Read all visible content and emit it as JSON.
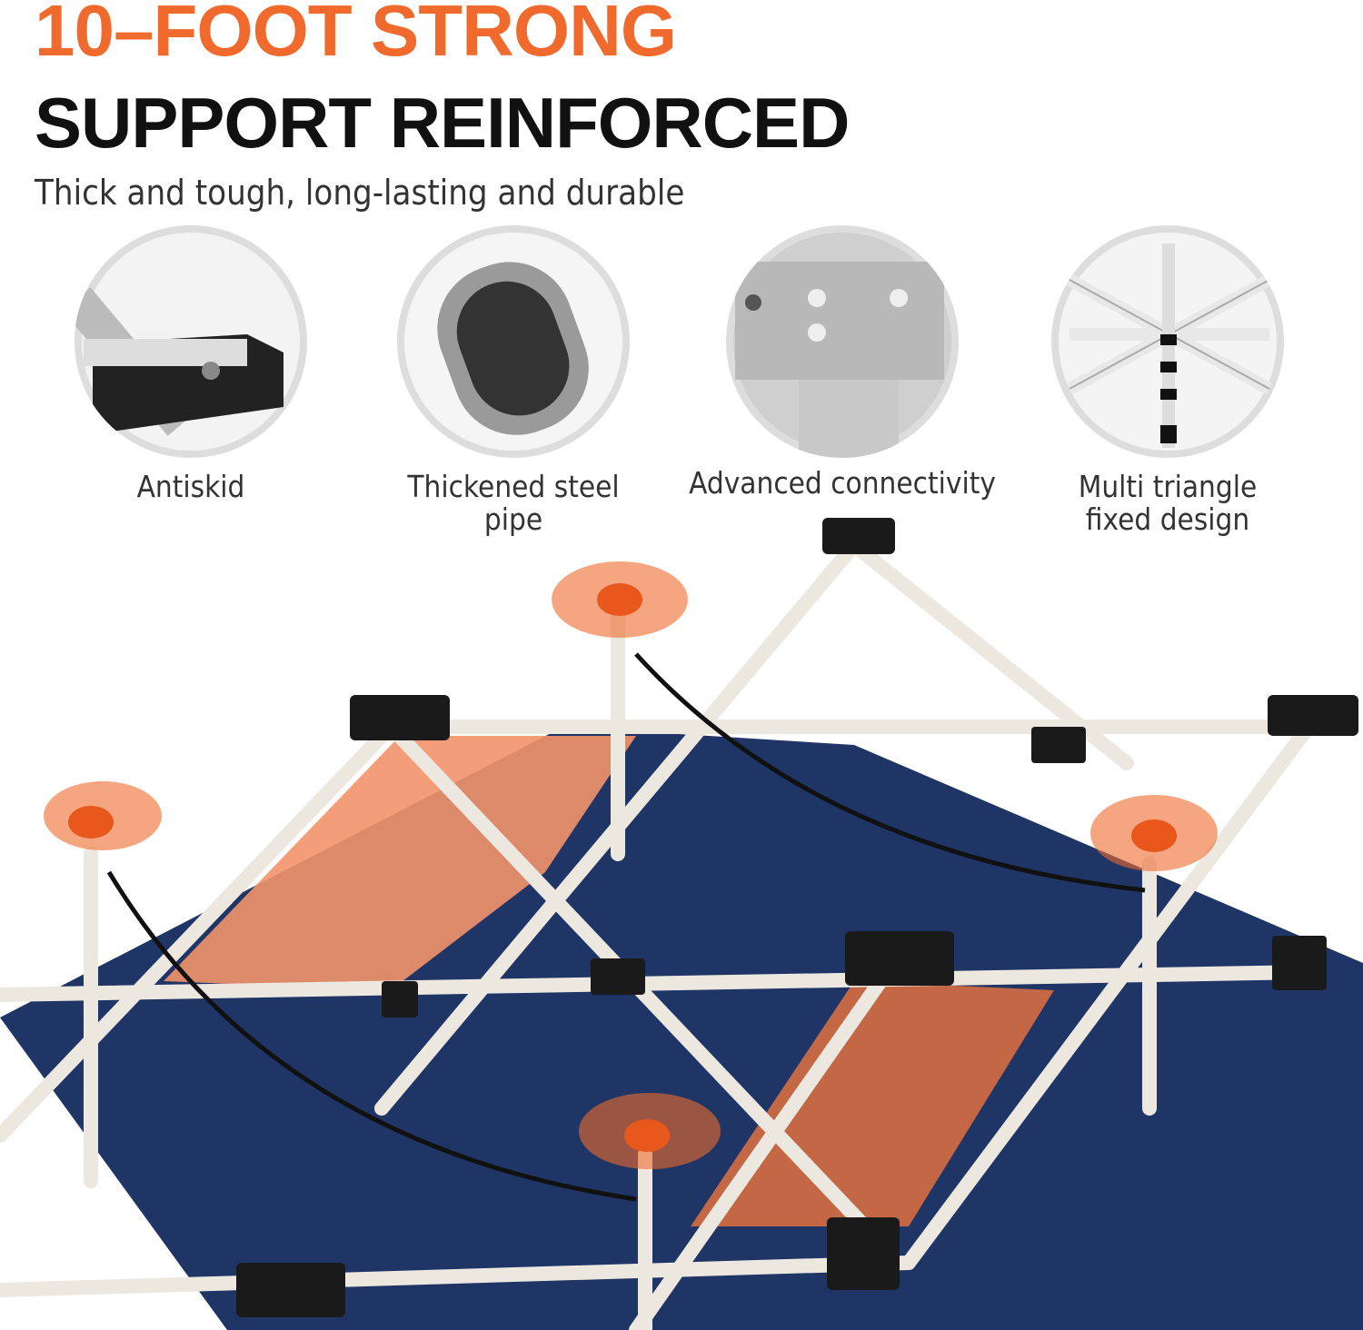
{
  "header": {
    "title_line1": "10–FOOT STRONG",
    "title_line2": "SUPPORT REINFORCED",
    "subtitle": "Thick and tough, long-lasting and durable"
  },
  "features": [
    {
      "icon": "antiskid-foot-icon",
      "label": "Antiskid"
    },
    {
      "icon": "steel-pipe-icon",
      "label": "Thickened steel pipe"
    },
    {
      "icon": "connector-icon",
      "label": "Advanced connectivity"
    },
    {
      "icon": "triangle-frame-icon",
      "label": "Multi triangle fixed design"
    }
  ],
  "colors": {
    "accent": "#ef6a2c",
    "fabric": "#1f3566",
    "frame": "#ece8e0",
    "connector": "#1a1a1a"
  }
}
